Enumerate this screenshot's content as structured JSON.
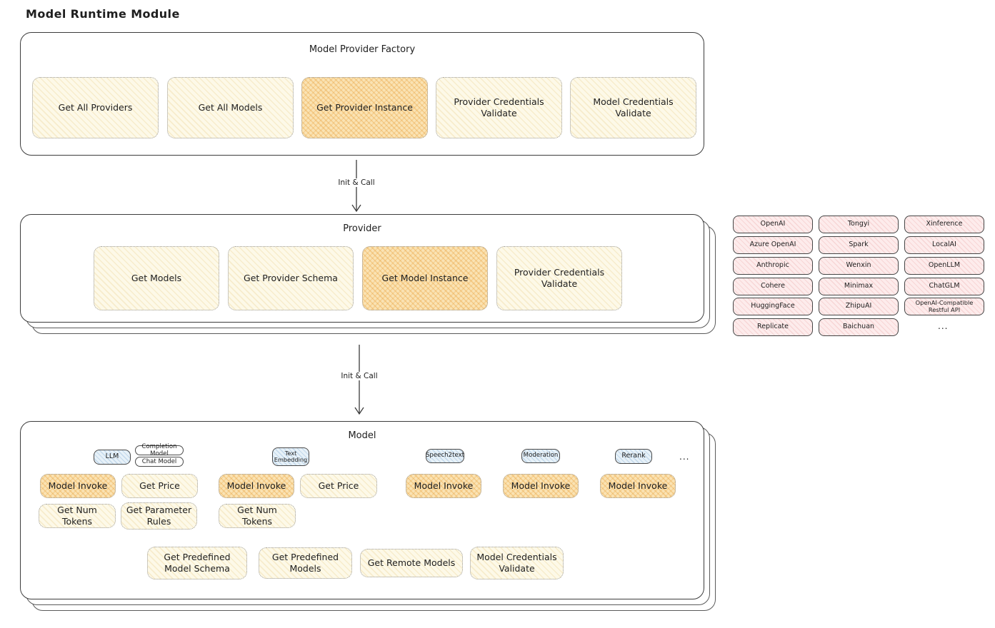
{
  "page_title": "Model Runtime Module",
  "colors": {
    "cream_fill": "#fdf9e8",
    "orange_highlight_fill": "#fae3b4",
    "pink_fill": "#fdecec",
    "blue_fill": "#e7f1f8",
    "frame_border": "#3c3c3c",
    "dotted_border": "#9b9b9b"
  },
  "factory": {
    "title": "Model Provider Factory",
    "items": [
      {
        "label": "Get All Providers",
        "highlight": false
      },
      {
        "label": "Get All Models",
        "highlight": false
      },
      {
        "label": "Get Provider Instance",
        "highlight": true
      },
      {
        "label": "Provider Credentials Validate",
        "highlight": false
      },
      {
        "label": "Model Credentials Validate",
        "highlight": false
      }
    ]
  },
  "arrows": {
    "init_call_1": "Init & Call",
    "init_call_2": "Init & Call"
  },
  "provider": {
    "title": "Provider",
    "items": [
      {
        "label": "Get Models",
        "highlight": false
      },
      {
        "label": "Get Provider Schema",
        "highlight": false
      },
      {
        "label": "Get Model Instance",
        "highlight": true
      },
      {
        "label": "Provider Credentials Validate",
        "highlight": false
      }
    ]
  },
  "provider_grid": {
    "items": [
      "OpenAI",
      "Tongyi",
      "Xinference",
      "Azure OpenAI",
      "Spark",
      "LocalAI",
      "Anthropic",
      "Wenxin",
      "OpenLLM",
      "Cohere",
      "Minimax",
      "ChatGLM",
      "HuggingFace",
      "ZhipuAI",
      "OpenAI-Compatible Restful API",
      "Replicate",
      "Baichuan"
    ],
    "ellipsis": "..."
  },
  "model": {
    "title": "Model",
    "tags": {
      "llm": "LLM",
      "completion_model": "Completion Model",
      "chat_model": "Chat Model",
      "text_embedding": "Text Embedding",
      "speech2text": "Speech2text",
      "moderation": "Moderation",
      "rerank": "Rerank",
      "ellipsis": "..."
    },
    "functions": {
      "llm_model_invoke": "Model Invoke",
      "llm_get_price": "Get Price",
      "llm_get_num_tokens": "Get Num Tokens",
      "llm_get_parameter_rules": "Get Parameter Rules",
      "te_model_invoke": "Model Invoke",
      "te_get_price": "Get Price",
      "te_get_num_tokens": "Get Num Tokens",
      "speech2text_model_invoke": "Model Invoke",
      "moderation_model_invoke": "Model Invoke",
      "rerank_model_invoke": "Model Invoke",
      "get_predefined_model_schema": "Get Predefined Model Schema",
      "get_predefined_models": "Get Predefined Models",
      "get_remote_models": "Get Remote Models",
      "model_credentials_validate": "Model Credentials Validate"
    }
  }
}
